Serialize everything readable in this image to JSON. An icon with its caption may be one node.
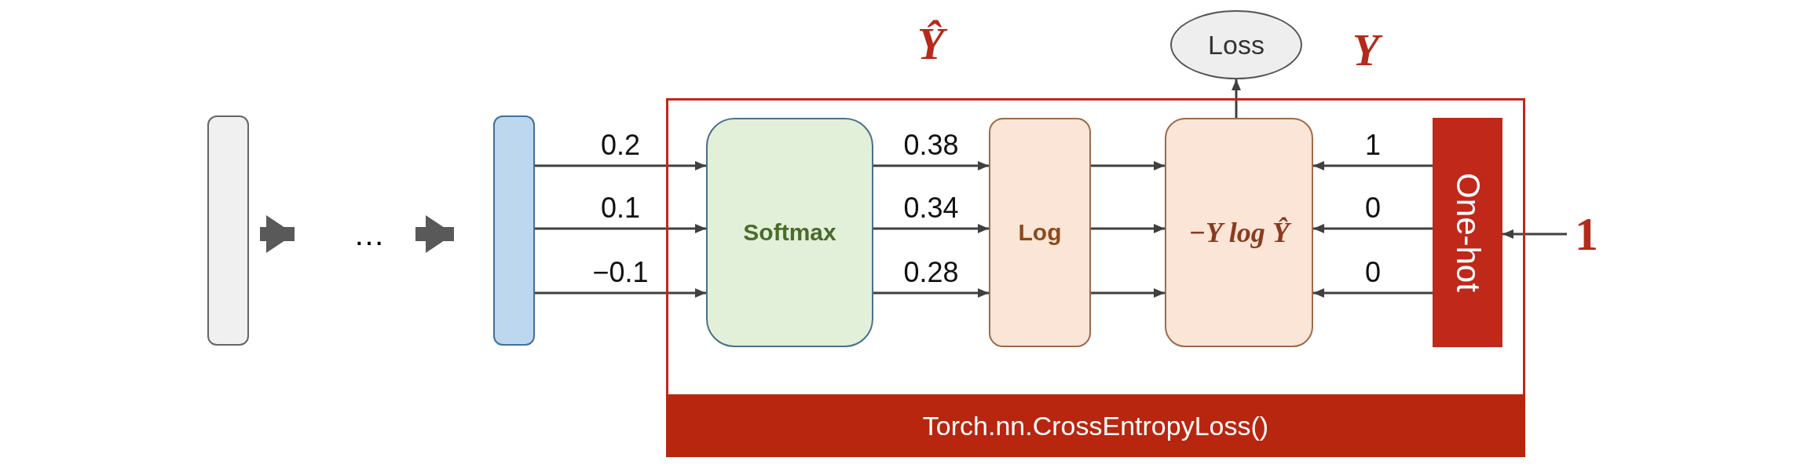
{
  "diagram": {
    "nodes": [
      {
        "text": [],
        "shape": "box"
      },
      {
        "text": [
          "…"
        ]
      },
      {
        "text": [],
        "shape": "box"
      },
      {
        "text": [
          "Torch.nn.CrossEntropyLoss()"
        ]
      },
      {
        "text": [
          "Softmax"
        ],
        "in": 3
      },
      {
        "text": [
          "Log"
        ],
        "in": 3
      },
      {
        "text": [
          "−Y log Ŷ"
        ],
        "in": 3
      },
      {
        "text": [
          "One-hot"
        ],
        "in": 3
      },
      {
        "text": [
          "Loss"
        ]
      },
      {
        "text": [
          "1"
        ]
      }
    ],
    "edges": [
      {
        "from": 0,
        "to": 1,
        "arrow": "to",
        "style": "thick",
        "color": "#595959"
      },
      {
        "from": 1,
        "to": 2,
        "arrow": "to",
        "style": "thick",
        "color": "#595959"
      },
      {
        "from": 2,
        "to": 4,
        "arrow": "to",
        "label": "0.2"
      },
      {
        "from": 2,
        "to": 4,
        "arrow": "to",
        "label": "0.1"
      },
      {
        "from": 2,
        "to": 4,
        "arrow": "to",
        "label": "−0.1"
      },
      {
        "from": 4,
        "to": 5,
        "arrow": "to",
        "label": "0.38"
      },
      {
        "from": 4,
        "to": 5,
        "arrow": "to",
        "label": "0.34"
      },
      {
        "from": 4,
        "to": 5,
        "arrow": "to",
        "label": "0.28"
      },
      {
        "from": 5,
        "to": 6,
        "arrow": "to"
      },
      {
        "from": 5,
        "to": 6,
        "arrow": "to"
      },
      {
        "from": 5,
        "to": 6,
        "arrow": "to"
      },
      {
        "from": 7,
        "to": 6,
        "arrow": "to",
        "label": "1"
      },
      {
        "from": 7,
        "to": 6,
        "arrow": "to",
        "label": "0"
      },
      {
        "from": 7,
        "to": 6,
        "arrow": "to",
        "label": "0"
      },
      {
        "from": 6,
        "to": 8,
        "arrow": "to"
      },
      {
        "from": 9,
        "to": 7,
        "arrow": "to"
      }
    ],
    "labels": [
      "Ŷ",
      "Y"
    ]
  }
}
